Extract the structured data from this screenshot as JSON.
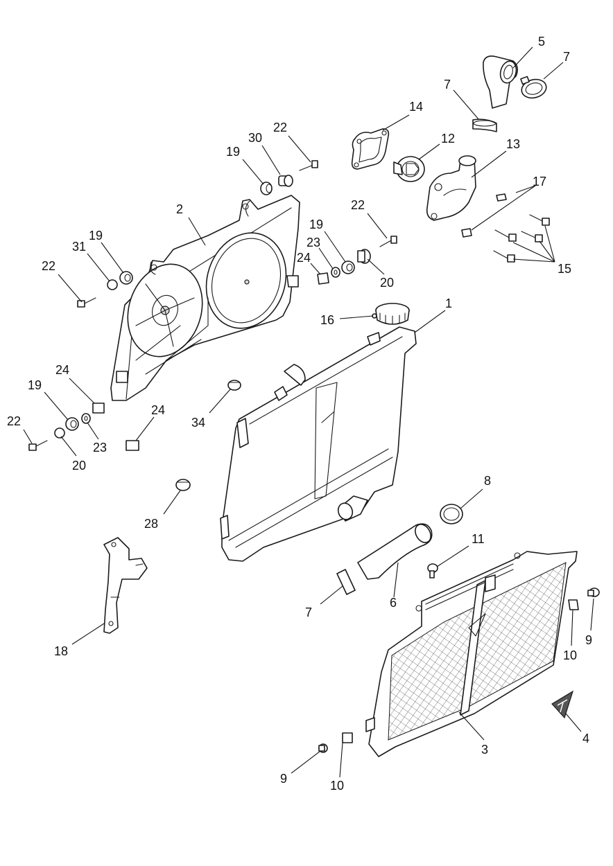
{
  "callouts": [
    {
      "id": "c5",
      "text": "5"
    },
    {
      "id": "c7a",
      "text": "7"
    },
    {
      "id": "c7b",
      "text": "7"
    },
    {
      "id": "c14",
      "text": "14"
    },
    {
      "id": "c12",
      "text": "12"
    },
    {
      "id": "c13",
      "text": "13"
    },
    {
      "id": "c17",
      "text": "17"
    },
    {
      "id": "c15",
      "text": "15"
    },
    {
      "id": "c22a",
      "text": "22"
    },
    {
      "id": "c30",
      "text": "30"
    },
    {
      "id": "c19a",
      "text": "19"
    },
    {
      "id": "c2",
      "text": "2"
    },
    {
      "id": "c19b",
      "text": "19"
    },
    {
      "id": "c31",
      "text": "31"
    },
    {
      "id": "c22b",
      "text": "22"
    },
    {
      "id": "c22c",
      "text": "22"
    },
    {
      "id": "c19c",
      "text": "19"
    },
    {
      "id": "c23a",
      "text": "23"
    },
    {
      "id": "c24a",
      "text": "24"
    },
    {
      "id": "c20a",
      "text": "20"
    },
    {
      "id": "c16",
      "text": "16"
    },
    {
      "id": "c1",
      "text": "1"
    },
    {
      "id": "c24b",
      "text": "24"
    },
    {
      "id": "c19d",
      "text": "19"
    },
    {
      "id": "c22d",
      "text": "22"
    },
    {
      "id": "c23b",
      "text": "23"
    },
    {
      "id": "c20b",
      "text": "20"
    },
    {
      "id": "c24c",
      "text": "24"
    },
    {
      "id": "c34",
      "text": "34"
    },
    {
      "id": "c28",
      "text": "28"
    },
    {
      "id": "c8",
      "text": "8"
    },
    {
      "id": "c11",
      "text": "11"
    },
    {
      "id": "c7c",
      "text": "7"
    },
    {
      "id": "c6",
      "text": "6"
    },
    {
      "id": "c18",
      "text": "18"
    },
    {
      "id": "c9a",
      "text": "9"
    },
    {
      "id": "c10a",
      "text": "10"
    },
    {
      "id": "c4",
      "text": "4"
    },
    {
      "id": "c3",
      "text": "3"
    },
    {
      "id": "c9b",
      "text": "9"
    },
    {
      "id": "c10b",
      "text": "10"
    }
  ],
  "colors": {
    "line": "#1a1a1a",
    "background": "#ffffff",
    "shade": "#d9d9d9"
  }
}
